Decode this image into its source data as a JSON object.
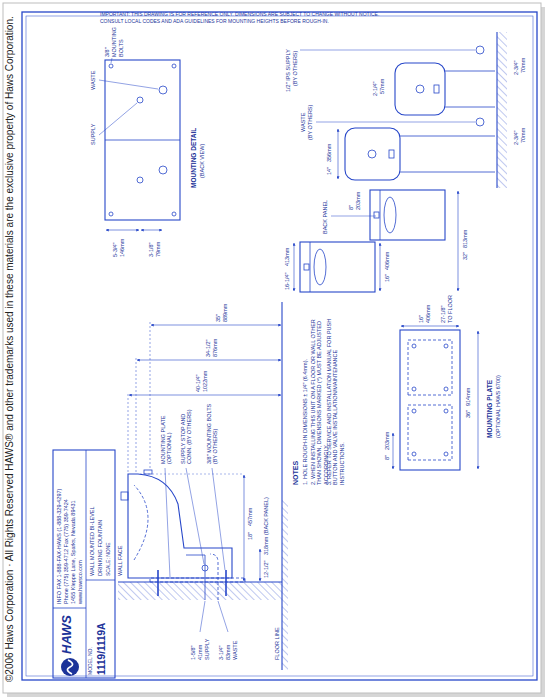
{
  "diagram": {
    "labels": [
      "IMPORTANT: THIS DRAWING IS FOR REFERENCE ONLY. DIMENSIONS ARE SUBJECT TO CHANGE WITHOUT NOTICE.",
      "CONSULT LOCAL CODES AND ADA GUIDELINES FOR MOUNTING HEIGHTS BEFORE ROUGH-IN.",
      "©2006 Haws Corporation · All Rights Reserved  HAWS® and other trademarks used in these materials are the exclusive property of Haws Corporation.",
      "HAWS",
      "INFO FAX 1-888-FAX-HAWS (1-888-329-4297)",
      "Phone (775) 359-4712  Fax (775) 359-7424",
      "1455 Kleppe Lane, Sparks, Nevada 89431",
      "www.hawsco.com",
      "MODEL NO.",
      "1119/1119A",
      "WALL MOUNTED BI-LEVEL",
      "DRINKING FOUNTAIN",
      "SCALE: NONE",
      "WALL FACE",
      "MOUNTING PLATE (OPTIONAL)",
      "SUPPLY STOP AND CONN. (BY OTHERS)",
      "3/8\" MOUNTING BOLTS (BY OTHERS)",
      "40-1/4\"",
      "1022mm",
      "34-1/2\"",
      "876mm",
      "35\"",
      "889mm",
      "18\"",
      "457mm",
      "12-1/2\"",
      "318mm",
      "(BACK PANEL)",
      "FLOOR LINE",
      "1-5/8\"",
      "41mm",
      "SUPPLY",
      "3-1/4\"",
      "83mm",
      "WASTE",
      "NOTES",
      "1. HOLE ROUGH-IN DIMENSIONS ± 1/4\" (6.4mm).",
      "2. WHEN INSTALLING THIS UNIT ON A FLOOR OR WALL OTHER THAN SHOWN, DIMENSIONS MARKED (*) MUST BE ADJUSTED ACCORDINGLY.",
      "3. REFER TO SERVICE AND INSTALLATION MANUAL FOR PUSH BUTTON AND VALVE INSTALLATION/MAINTENANCE INSTRUCTIONS.",
      "8\"",
      "203mm",
      "36\"",
      "914mm",
      "16\"",
      "406mm",
      "27-1/8\"",
      "TO FLOOR",
      "MOUNTING PLATE",
      "(OPTIONAL HAWS 6700)",
      "16-1/4\"",
      "413mm",
      "BACK PANEL",
      "8\"",
      "203mm",
      "16\"",
      "406mm",
      "32\"",
      "813mm",
      "1/2\" IPS SUPPLY",
      "(BY OTHERS)",
      "WASTE",
      "(BY OTHERS)",
      "14\"",
      "356mm",
      "2-1/4\"",
      "57mm",
      "2-3/4\"",
      "70mm",
      "2-3/4\"",
      "70mm",
      "SUPPLY",
      "WASTE",
      "MOUNTING DETAIL",
      "(BACK VIEW)",
      "5-3/4\"",
      "146mm",
      "3-1/8\"",
      "79mm",
      "3/8\"",
      "MOUNTING",
      "BOLTS"
    ]
  }
}
